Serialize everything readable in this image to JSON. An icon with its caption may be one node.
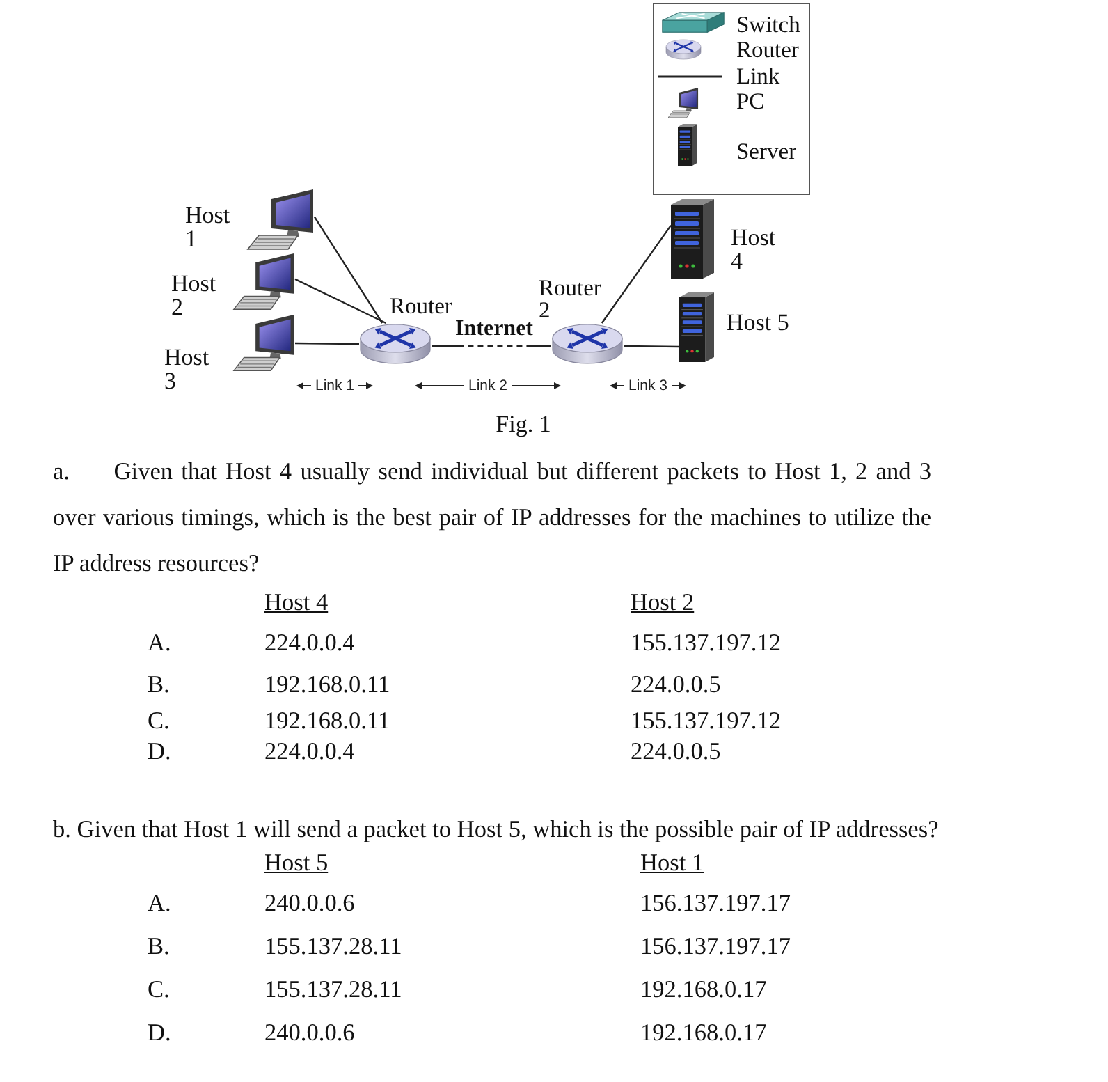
{
  "diagram": {
    "caption": "Fig. 1",
    "nodes": [
      {
        "text": [],
        "shape": "picture",
        "beside": [
          "Host 1"
        ]
      },
      {
        "text": [],
        "shape": "picture",
        "beside": [
          "Host 2"
        ]
      },
      {
        "text": [],
        "shape": "picture",
        "beside": [
          "Host 3"
        ]
      },
      {
        "text": [],
        "shape": "picture",
        "beside": [
          "Router"
        ]
      },
      {
        "text": [],
        "shape": "picture",
        "beside": [
          "Router 2"
        ]
      },
      {
        "text": [],
        "shape": "picture",
        "beside": [
          "Host 4"
        ]
      },
      {
        "text": [],
        "shape": "picture",
        "beside": [
          "Host 5"
        ]
      }
    ],
    "edges": [
      {
        "from": 0,
        "to": 3,
        "arrow": "none"
      },
      {
        "from": 1,
        "to": 3,
        "arrow": "none"
      },
      {
        "from": 2,
        "to": 3,
        "arrow": "none"
      },
      {
        "from": 3,
        "to": 4,
        "arrow": "none",
        "label": "Internet",
        "style": "dashed"
      },
      {
        "from": 4,
        "to": 5,
        "arrow": "none"
      },
      {
        "from": 4,
        "to": 6,
        "arrow": "none"
      }
    ],
    "labels": [
      "Link 1",
      "Link 2",
      "Link 3",
      "a.\tGiven that Host 4 usually send individual but different packets to Host 1, 2 and 3 over various timings, which is the best pair of IP addresses for the machines to utilize the IP address resources?",
      "Host 4",
      "Host 2",
      "A.",
      "224.0.0.4",
      "155.137.197.12",
      "B.",
      "192.168.0.11",
      "224.0.0.5",
      "C.",
      "192.168.0.11",
      "155.137.197.12",
      "D.",
      "224.0.0.4",
      "224.0.0.5",
      "b. Given that Host 1 will send a packet to Host 5, which is the possible pair of IP addresses?",
      "Host 5",
      "Host 1",
      "A.",
      "240.0.0.6",
      "156.137.197.17",
      "B.",
      "155.137.28.11",
      "156.137.197.17",
      "C.",
      "155.137.28.11",
      "192.168.0.17",
      "D.",
      "240.0.0.6",
      "192.168.0.17"
    ],
    "legend": [
      {
        "text": "Switch"
      },
      {
        "text": "Router"
      },
      {
        "text": "Link"
      },
      {
        "text": "PC"
      },
      {
        "text": "Server"
      }
    ]
  }
}
